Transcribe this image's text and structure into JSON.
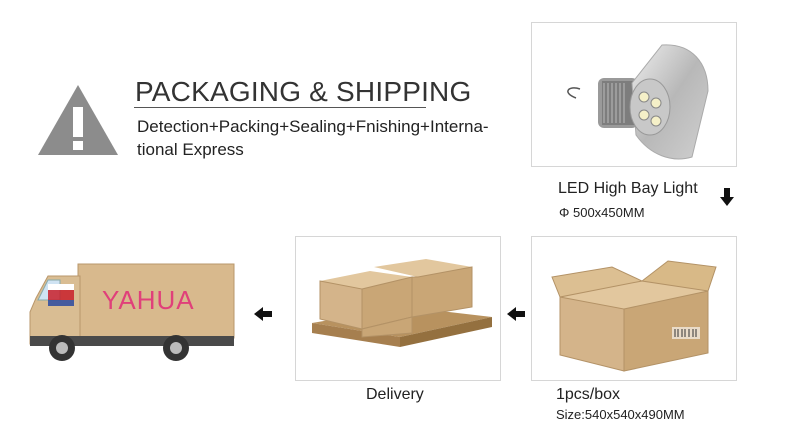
{
  "header": {
    "title": "PACKAGING & SHIPPING",
    "description_line1": "Detection+Packing+Sealing+Fnishing+Interna-",
    "description_line2": "tional Express"
  },
  "product": {
    "name": "LED High Bay Light",
    "size": "Φ 500x450MM"
  },
  "box": {
    "count_label": "1pcs/box",
    "size_label": "Size:540x540x490MM"
  },
  "delivery": {
    "label": "Delivery"
  },
  "truck": {
    "brand": "YAHUA"
  },
  "colors": {
    "warning": "#8c8c8c",
    "cardboard": "#d4b48a",
    "truck_brand": "#e0407a"
  }
}
